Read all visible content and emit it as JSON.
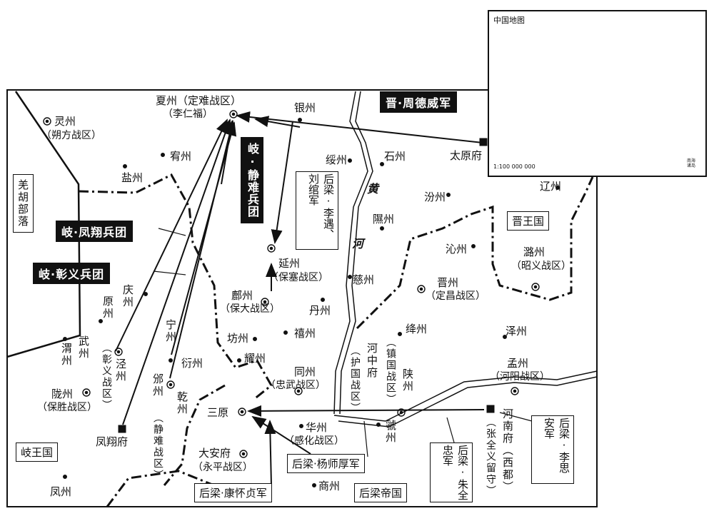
{
  "inset": {
    "title": "中国地图",
    "scale": "1:100 000 000",
    "corner_note": "南海诸岛"
  },
  "regions": {
    "jin": "晋王国",
    "qi": "岐王国",
    "houliang": "后梁帝国",
    "qiang": "羌胡部落"
  },
  "rivers": {
    "huang": "黄",
    "he": "河"
  },
  "cities": {
    "xiazhou": "夏州（定难战区）",
    "xiazhou_sub": "（李仁福）",
    "yinzhou": "银州",
    "lingzhou": "灵州",
    "lingzhou_sub": "（朔方战区）",
    "youzhou": "宥州",
    "yanzhou": "盐州",
    "suizhou": "绥州",
    "shizhou": "石州",
    "taiyuan": "太原府",
    "fenzhou": "汾州",
    "liaozhou": "辽州",
    "xizhou": "隰州",
    "qinzhou": "沁州",
    "luzhou": "潞州",
    "luzhou_sub": "（昭义战区）",
    "yanzhou2": "延州",
    "yanzhou2_sub": "（保塞战区）",
    "cizhou": "慈州",
    "jinzhou": "晋州",
    "jinzhou_sub": "（定昌战区）",
    "fuzhou": "鄜州",
    "fuzhou_sub": "（保大战区）",
    "danzhou": "丹州",
    "qingzhou": "庆州",
    "yuanzhou": "原州",
    "fangzhou": "坊州",
    "xizhou2": "禧州",
    "jiangzhou": "绛州",
    "zezhou": "泽州",
    "ningzhou": "宁州",
    "yanzhou3": "衍州",
    "yaozhou": "耀州",
    "weizhou": "渭州",
    "wuzhou": "武州",
    "jingzhou": "泾州",
    "jingzhou_sub": "（彰义战区）",
    "binzhou": "邠州",
    "binzhou_sub": "（静难战区）",
    "qianzhou": "乾州",
    "tongzhou": "同州",
    "tongzhou_sub": "（忠武战区）",
    "hezhongfu": "河中府",
    "hezhongfu_sub": "（护国战区）",
    "zhenguo": "（镇国战区）",
    "shanzhou": "陕州",
    "mengzhou": "孟州",
    "mengzhou_sub": "（河阳战区）",
    "longzhou": "陇州",
    "longzhou_sub": "（保胜战区）",
    "sanyuan": "三原",
    "huazhou": "华州",
    "huazhou_sub": "（感化战区）",
    "guozhou": "虢州",
    "henanfu": "河南府（西都）",
    "henanfu_sub": "（张全义留守）",
    "fengxiang": "凤翔府",
    "daanfu": "大安府",
    "daanfu_sub": "（永平战区）",
    "shangzhou": "商州",
    "fengzhou": "凤州"
  },
  "armies": {
    "jin_zhou": "晋·周德威军",
    "qi_jingnan": "岐·静难兵团",
    "qi_fengxiang": "岐·凤翔兵团",
    "qi_zhangyi": "岐·彰义兵团",
    "liang_liyu": "后梁·李遇、刘绾军",
    "liang_yang": "后梁·杨师厚军",
    "liang_kang": "后梁·康怀贞军",
    "liang_zhu": "后梁·朱全忠军",
    "liang_li": "后梁·李思安军"
  },
  "colors": {
    "ink": "#111111",
    "highlight": "#c8c8c8"
  }
}
